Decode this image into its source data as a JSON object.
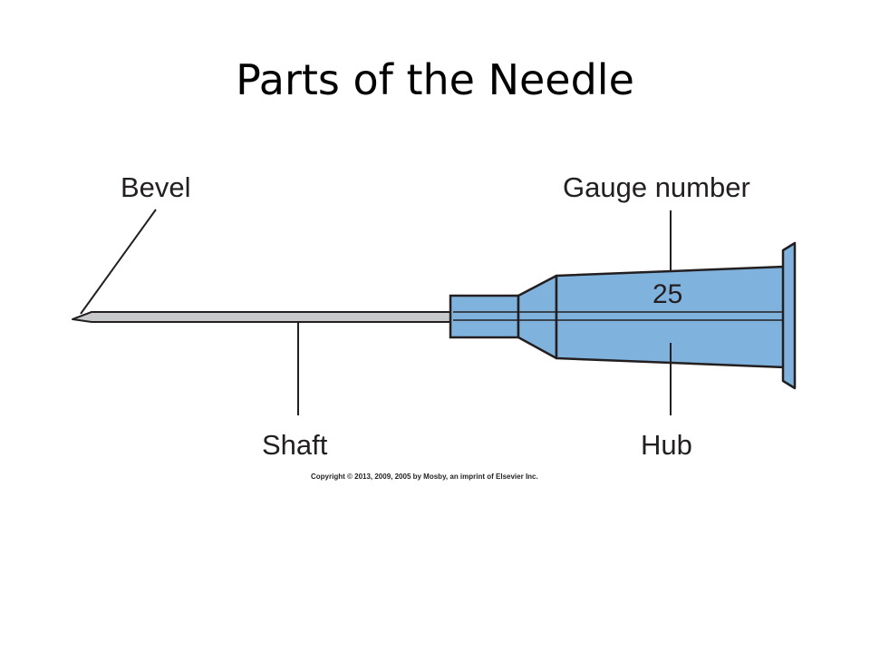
{
  "slide": {
    "title": "Parts of the Needle"
  },
  "diagram": {
    "labels": {
      "bevel": "Bevel",
      "gauge_number": "Gauge number",
      "shaft": "Shaft",
      "hub": "Hub"
    },
    "gauge_value": "25",
    "copyright": "Copyright © 2013, 2009, 2005 by Mosby, an imprint of Elsevier Inc.",
    "colors": {
      "hub_fill": "#7fb2dc",
      "shaft_fill": "#c8c9ca",
      "outline": "#231f20",
      "text": "#231f20"
    }
  }
}
